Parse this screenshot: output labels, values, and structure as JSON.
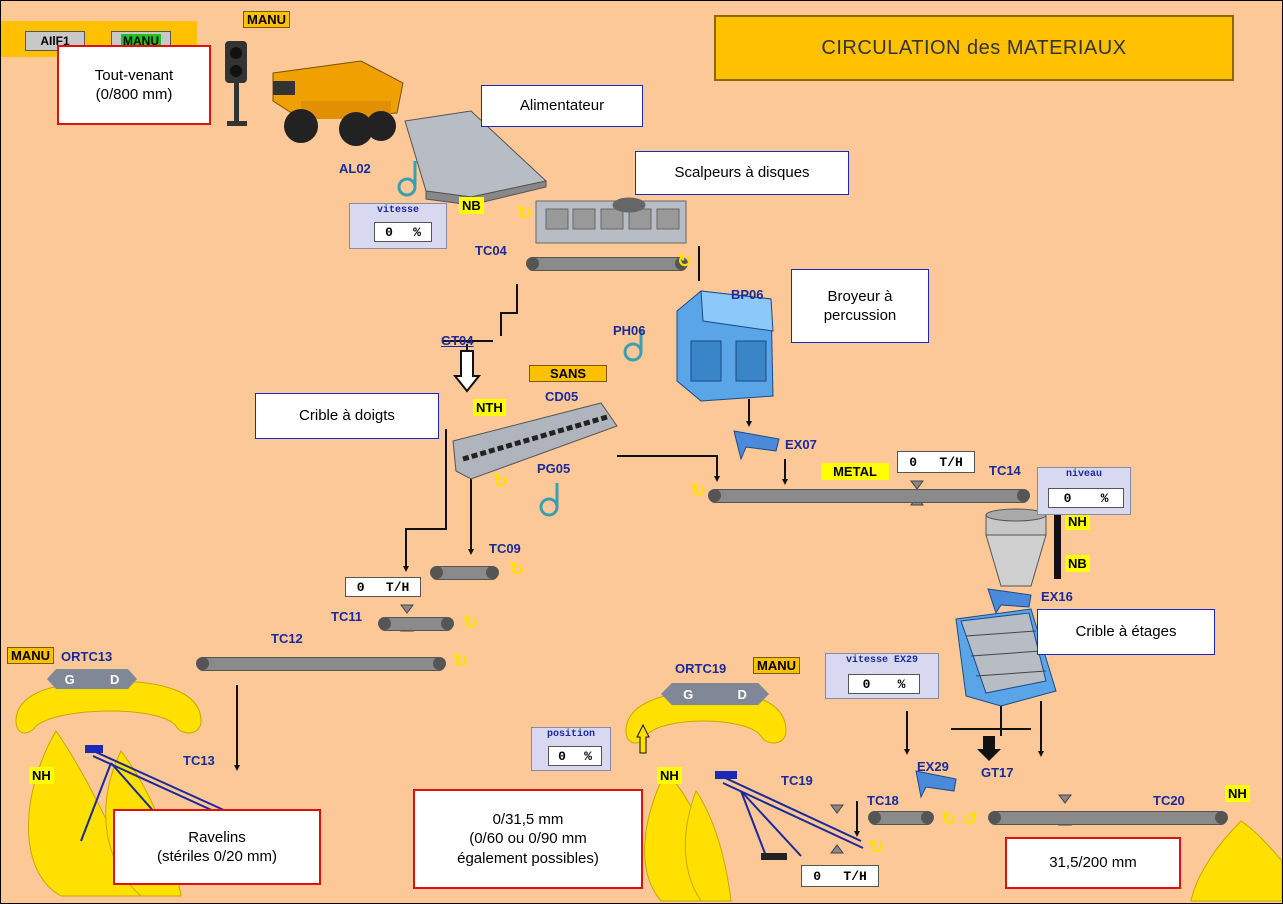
{
  "title": "CIRCULATION des MATERIAUX",
  "status": {
    "alarm": "AIlF1",
    "mode_top": "MANU",
    "mode_left": "MANU",
    "mode_top_right": "MANU",
    "mode_mid": "MANU"
  },
  "callouts": {
    "tout_venant": [
      "Tout-venant",
      "(0/800 mm)"
    ],
    "alimentateur": "Alimentateur",
    "scalpeurs": "Scalpeurs à disques",
    "broyeur": [
      "Broyeur à",
      "percussion"
    ],
    "crible_doigts": "Crible à doigts",
    "crible_etages": "Crible à étages",
    "ravelins": [
      "Ravelins",
      "(stériles 0/20 mm)"
    ],
    "granulo_main": [
      "0/31,5 mm",
      "(0/60 ou 0/90 mm",
      "également possibles)"
    ],
    "granulo_big": "31,5/200 mm"
  },
  "equipment": {
    "al02": "AL02",
    "nb_top": "NB",
    "tc04": "TC04",
    "bp06": "BP06",
    "ph06": "PH06",
    "gt04": "GT04",
    "sans": "SANS",
    "nth": "NTH",
    "cd05": "CD05",
    "pg05": "PG05",
    "ex07": "EX07",
    "metal": "METAL",
    "tc14": "TC14",
    "nh_hopper": "NH",
    "nb_hopper": "NB",
    "ex16": "EX16",
    "tc09": "TC09",
    "tc11": "TC11",
    "tc12": "TC12",
    "ortc13": "ORTC13",
    "ortc19": "ORTC19",
    "g_left": "G",
    "d_left": "D",
    "g_right": "G",
    "d_right": "D",
    "tc13": "TC13",
    "nh_left": "NH",
    "nh_mid": "NH",
    "nh_right": "NH",
    "tc19": "TC19",
    "ex29": "EX29",
    "gt17": "GT17",
    "tc18": "TC18",
    "tc20": "TC20"
  },
  "readouts": {
    "vitesse": {
      "label": "vitesse",
      "value": "0",
      "unit": "%"
    },
    "niveau": {
      "label": "niveau",
      "value": "0",
      "unit": "%"
    },
    "vitesse_ex29": {
      "label": "vitesse EX29",
      "value": "0",
      "unit": "%"
    },
    "position": {
      "label": "position",
      "value": "0",
      "unit": "%"
    },
    "tc14_flow": {
      "value": "0",
      "unit": "T/H"
    },
    "tc11_flow": {
      "value": "0",
      "unit": "T/H"
    },
    "tc19_flow": {
      "value": "0",
      "unit": "T/H"
    }
  },
  "colors": {
    "background": "#fdc898",
    "title_bg": "#ffc000",
    "label_blue": "#1a2a9a",
    "badge_yellow": "#ffff00",
    "callout_border_red": "#e01010",
    "stockpile": "#ffe000"
  }
}
